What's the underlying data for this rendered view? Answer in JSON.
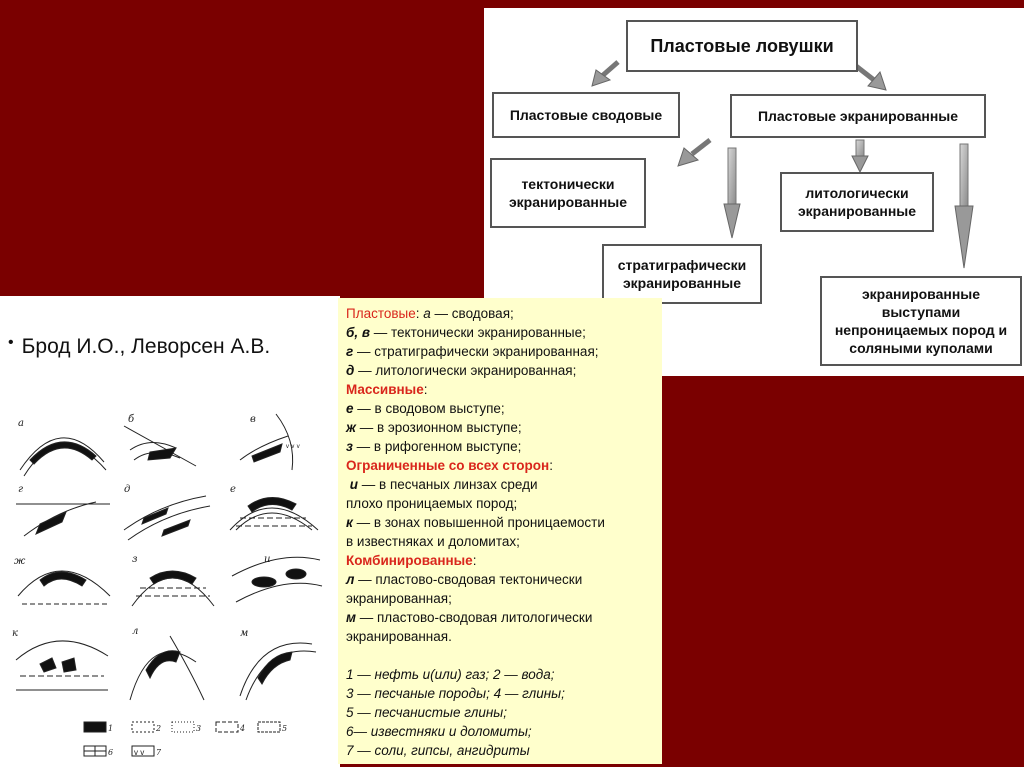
{
  "diagram": {
    "title": "Пластовые ловушки",
    "nodes": {
      "arched": "Пластовые сводовые",
      "screened": "Пластовые экранированные",
      "tectonic": "тектонически\nэкранированные",
      "lithologic": "литологически\nэкранированные",
      "stratigraphic": "стратиграфически\nэкранированные",
      "salt": "экранированные\nвыступами\nнепроницаемых пород и\nсоляными куполами"
    }
  },
  "citation": "Брод И.О., Леворсен А.В.",
  "illustration_labels": [
    "а",
    "б",
    "в",
    "г",
    "д",
    "е",
    "ж",
    "з",
    "и",
    "к",
    "л",
    "м"
  ],
  "key_numbers": [
    "1",
    "2",
    "3",
    "4",
    "5",
    "6",
    "7"
  ],
  "legend": {
    "l1": {
      "a": "Пластовые",
      "b": ": ",
      "c": "а",
      "d": " — сводовая;"
    },
    "l2": {
      "a": "б, в",
      "b": " — тектонически экранированные;"
    },
    "l3": {
      "a": "г",
      "b": " — стратиграфически экранированная;"
    },
    "l4": {
      "a": "д",
      "b": " — литологически экранированная;"
    },
    "l5": {
      "a": "Массивные",
      "b": ":"
    },
    "l6": {
      "a": "е",
      "b": " — в сводовом выступе;"
    },
    "l7": {
      "a": "ж",
      "b": " — в эрозионном выступе;"
    },
    "l8": {
      "a": "з",
      "b": " — в рифогенном выступе;"
    },
    "l9": {
      "a": "Ограниченные со всех сторон",
      "b": ":"
    },
    "l10": {
      "a": "и",
      "b": " — в песчаных линзах среди"
    },
    "l11": "плохо проницаемых пород;",
    "l12": {
      "a": "к",
      "b": " — в зонах повышенной проницаемости"
    },
    "l13": " в известняках и доломитах;",
    "l14": {
      "a": "Комбинированные",
      "b": ":"
    },
    "l15": {
      "a": "л",
      "b": " — пластово-сводовая тектонически"
    },
    "l16": "экранированная;",
    "l17": {
      "a": "м",
      "b": " — пластово-сводовая литологически"
    },
    "l18": "экранированная.",
    "k1": "1 — нефть и(или) газ; 2 — вода;",
    "k2": "3 — песчаные породы; 4 — глины;",
    "k3": "5 — песчанистые глины;",
    "k4": "6— известняки и доломиты;",
    "k5": "7 — соли, гипсы, ангидриты"
  },
  "colors": {
    "background": "#7a0000",
    "legend_bg": "#ffffcc",
    "accent": "#d9261c"
  }
}
